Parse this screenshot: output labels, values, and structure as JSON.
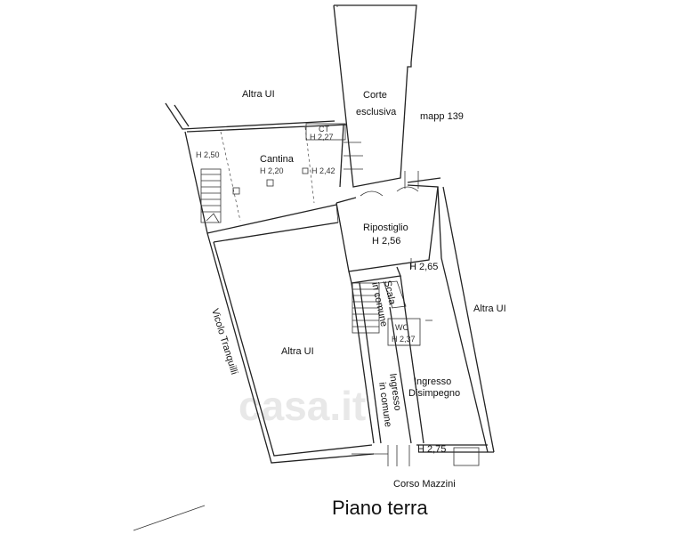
{
  "watermark": "casa.it",
  "labels": {
    "altra_ui_top": "Altra UI",
    "corte": "Corte",
    "esclusiva": "esclusiva",
    "mapp": "mapp 139",
    "ct": "CT",
    "ct_h": "H 2,27",
    "cantina": "Cantina",
    "h250": "H 2,50",
    "h220": "H 2,20",
    "h242": "H 2,42",
    "ripostiglio": "Ripostiglio",
    "h256": "H 2,56",
    "h265": "H 2,65",
    "scala": "Scala",
    "scala_comune": "in comune",
    "altra_ui_right": "Altra UI",
    "wc": "WC",
    "wc_h": "H 2,37",
    "altra_ui_left": "Altra UI",
    "vicolo": "Vicolo Tranquilli",
    "ingresso": "Ingresso",
    "disimpegno": "Disimpegno",
    "ingresso_comune": "Ingresso",
    "ingresso_comune2": "in comune",
    "h275": "H 2,75",
    "corso": "Corso Mazzini",
    "piano": "Piano terra"
  }
}
